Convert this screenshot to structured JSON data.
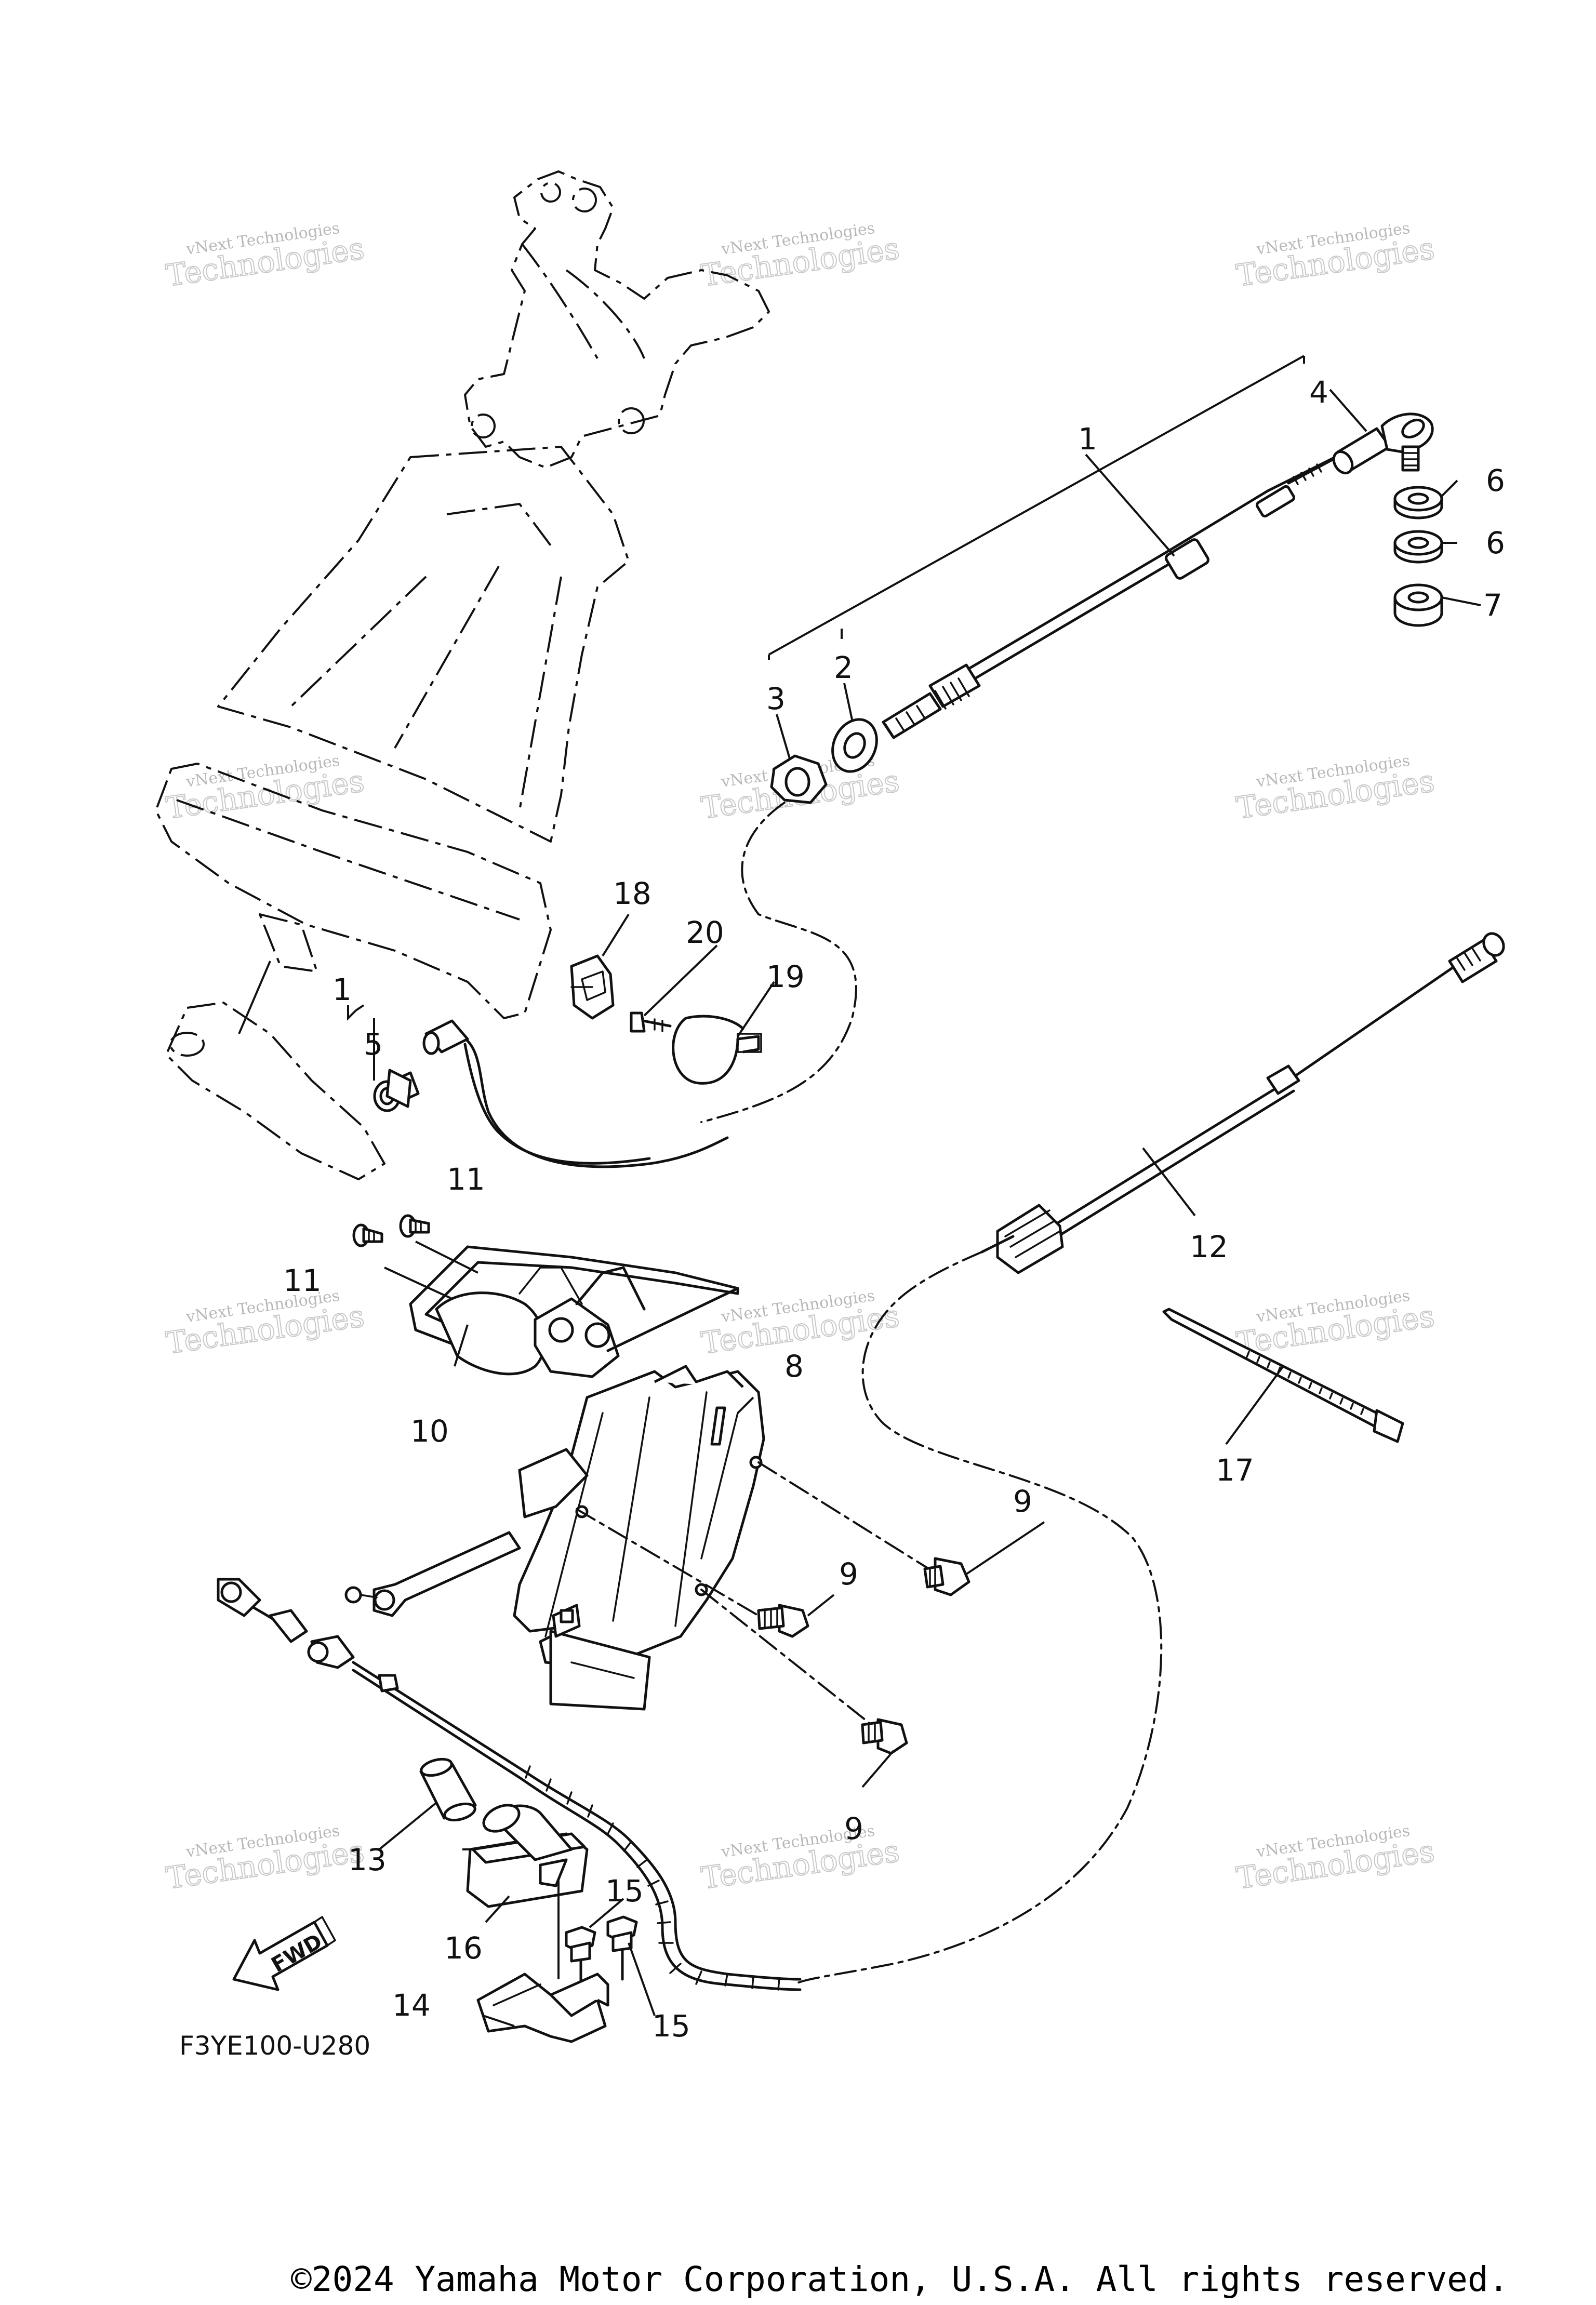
{
  "diagram_code": "F3YE100-U280",
  "copyright": "©2024 Yamaha Motor Corporation, U.S.A. All rights reserved.",
  "fwd_label": "FWD",
  "watermark": {
    "line1": "vNext Technologies",
    "line2": "Technologies"
  },
  "callouts": {
    "c1": "1",
    "c1b": "1",
    "c2": "2",
    "c3": "3",
    "c4": "4",
    "c5": "5",
    "c6a": "6",
    "c6b": "6",
    "c7": "7",
    "c8": "8",
    "c9a": "9",
    "c9b": "9",
    "c9c": "9",
    "c10": "10",
    "c11a": "11",
    "c11b": "11",
    "c12": "12",
    "c13": "13",
    "c14": "14",
    "c15a": "15",
    "c15b": "15",
    "c16": "16",
    "c17": "17",
    "c18": "18",
    "c19": "19",
    "c20": "20"
  }
}
